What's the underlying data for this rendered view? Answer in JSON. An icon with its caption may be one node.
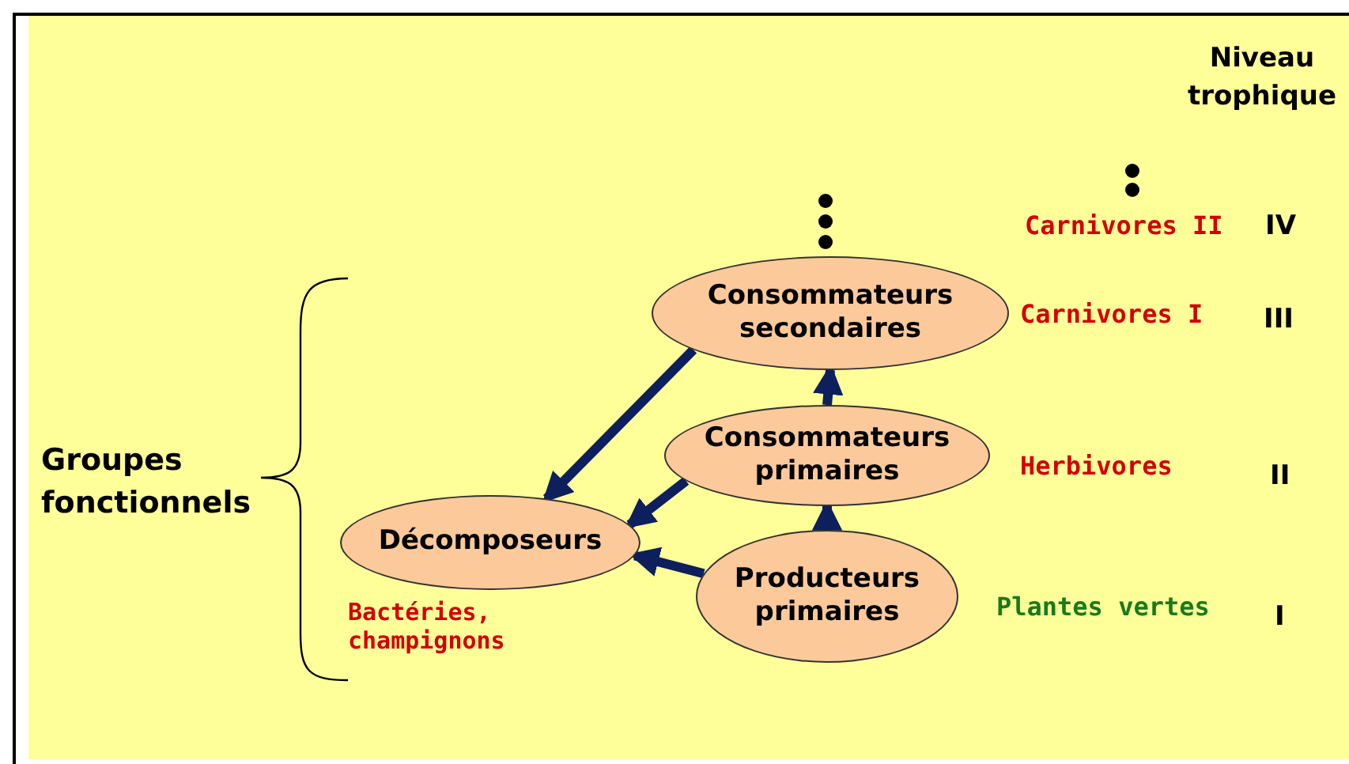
{
  "diagram": {
    "nodes": [
      {
        "text": [
          "Consommateurs secondaires"
        ]
      },
      {
        "text": [
          "Consommateurs primaires"
        ]
      },
      {
        "text": [
          "Décomposeurs"
        ],
        "beside": [
          "Bactéries, champignons"
        ]
      },
      {
        "text": [
          "Producteurs primaires"
        ]
      }
    ],
    "edges": [
      {
        "from": 3,
        "to": 1,
        "arrow": "to"
      },
      {
        "from": 1,
        "to": 0,
        "arrow": "to"
      },
      {
        "from": 0,
        "to": 2,
        "arrow": "to"
      },
      {
        "from": 1,
        "to": 2,
        "arrow": "to"
      },
      {
        "from": 3,
        "to": 2,
        "arrow": "to"
      }
    ],
    "labels": [
      "Niveau trophique",
      "Carnivores II",
      "IV",
      "Carnivores I",
      "III",
      "Groupes fonctionnels",
      "Herbivores",
      "II",
      "Plantes vertes",
      "I"
    ]
  }
}
